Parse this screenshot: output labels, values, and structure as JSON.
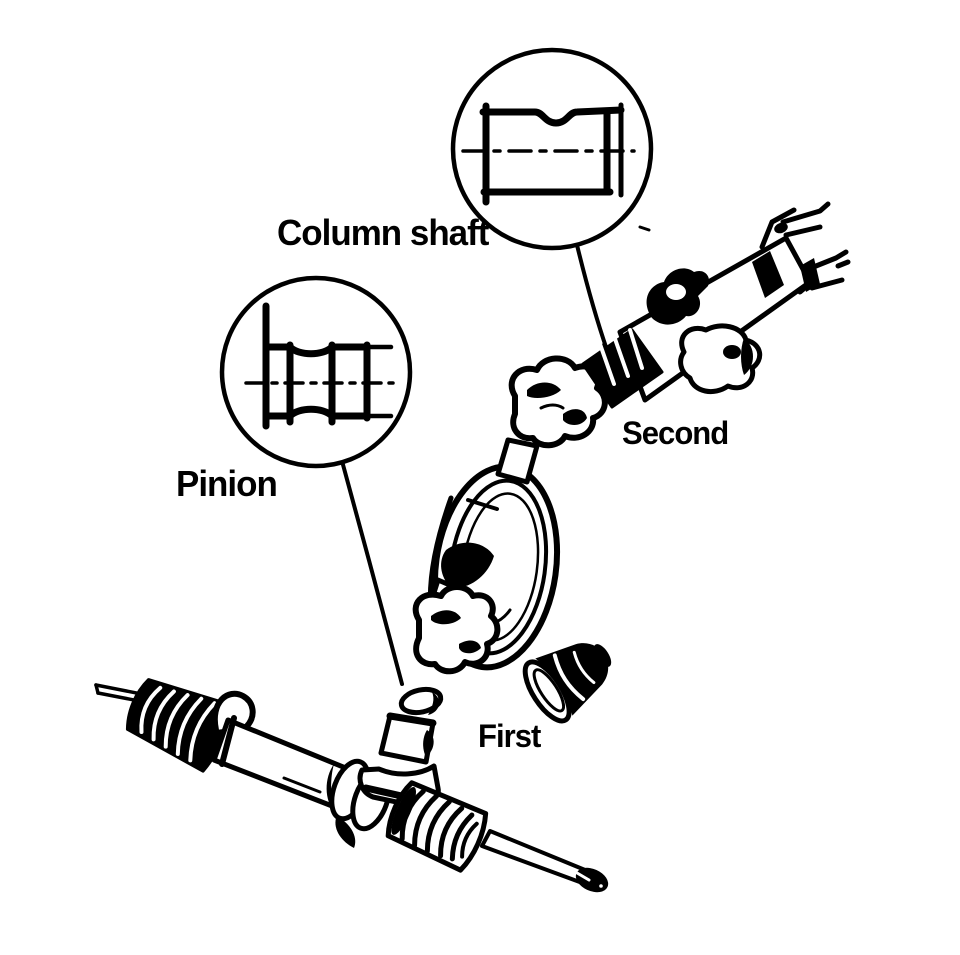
{
  "labels": {
    "column_shaft": "Column shaft",
    "pinion": "Pinion",
    "second": "Second",
    "first": "First"
  },
  "colors": {
    "ink": "#000000",
    "paper": "#ffffff"
  }
}
